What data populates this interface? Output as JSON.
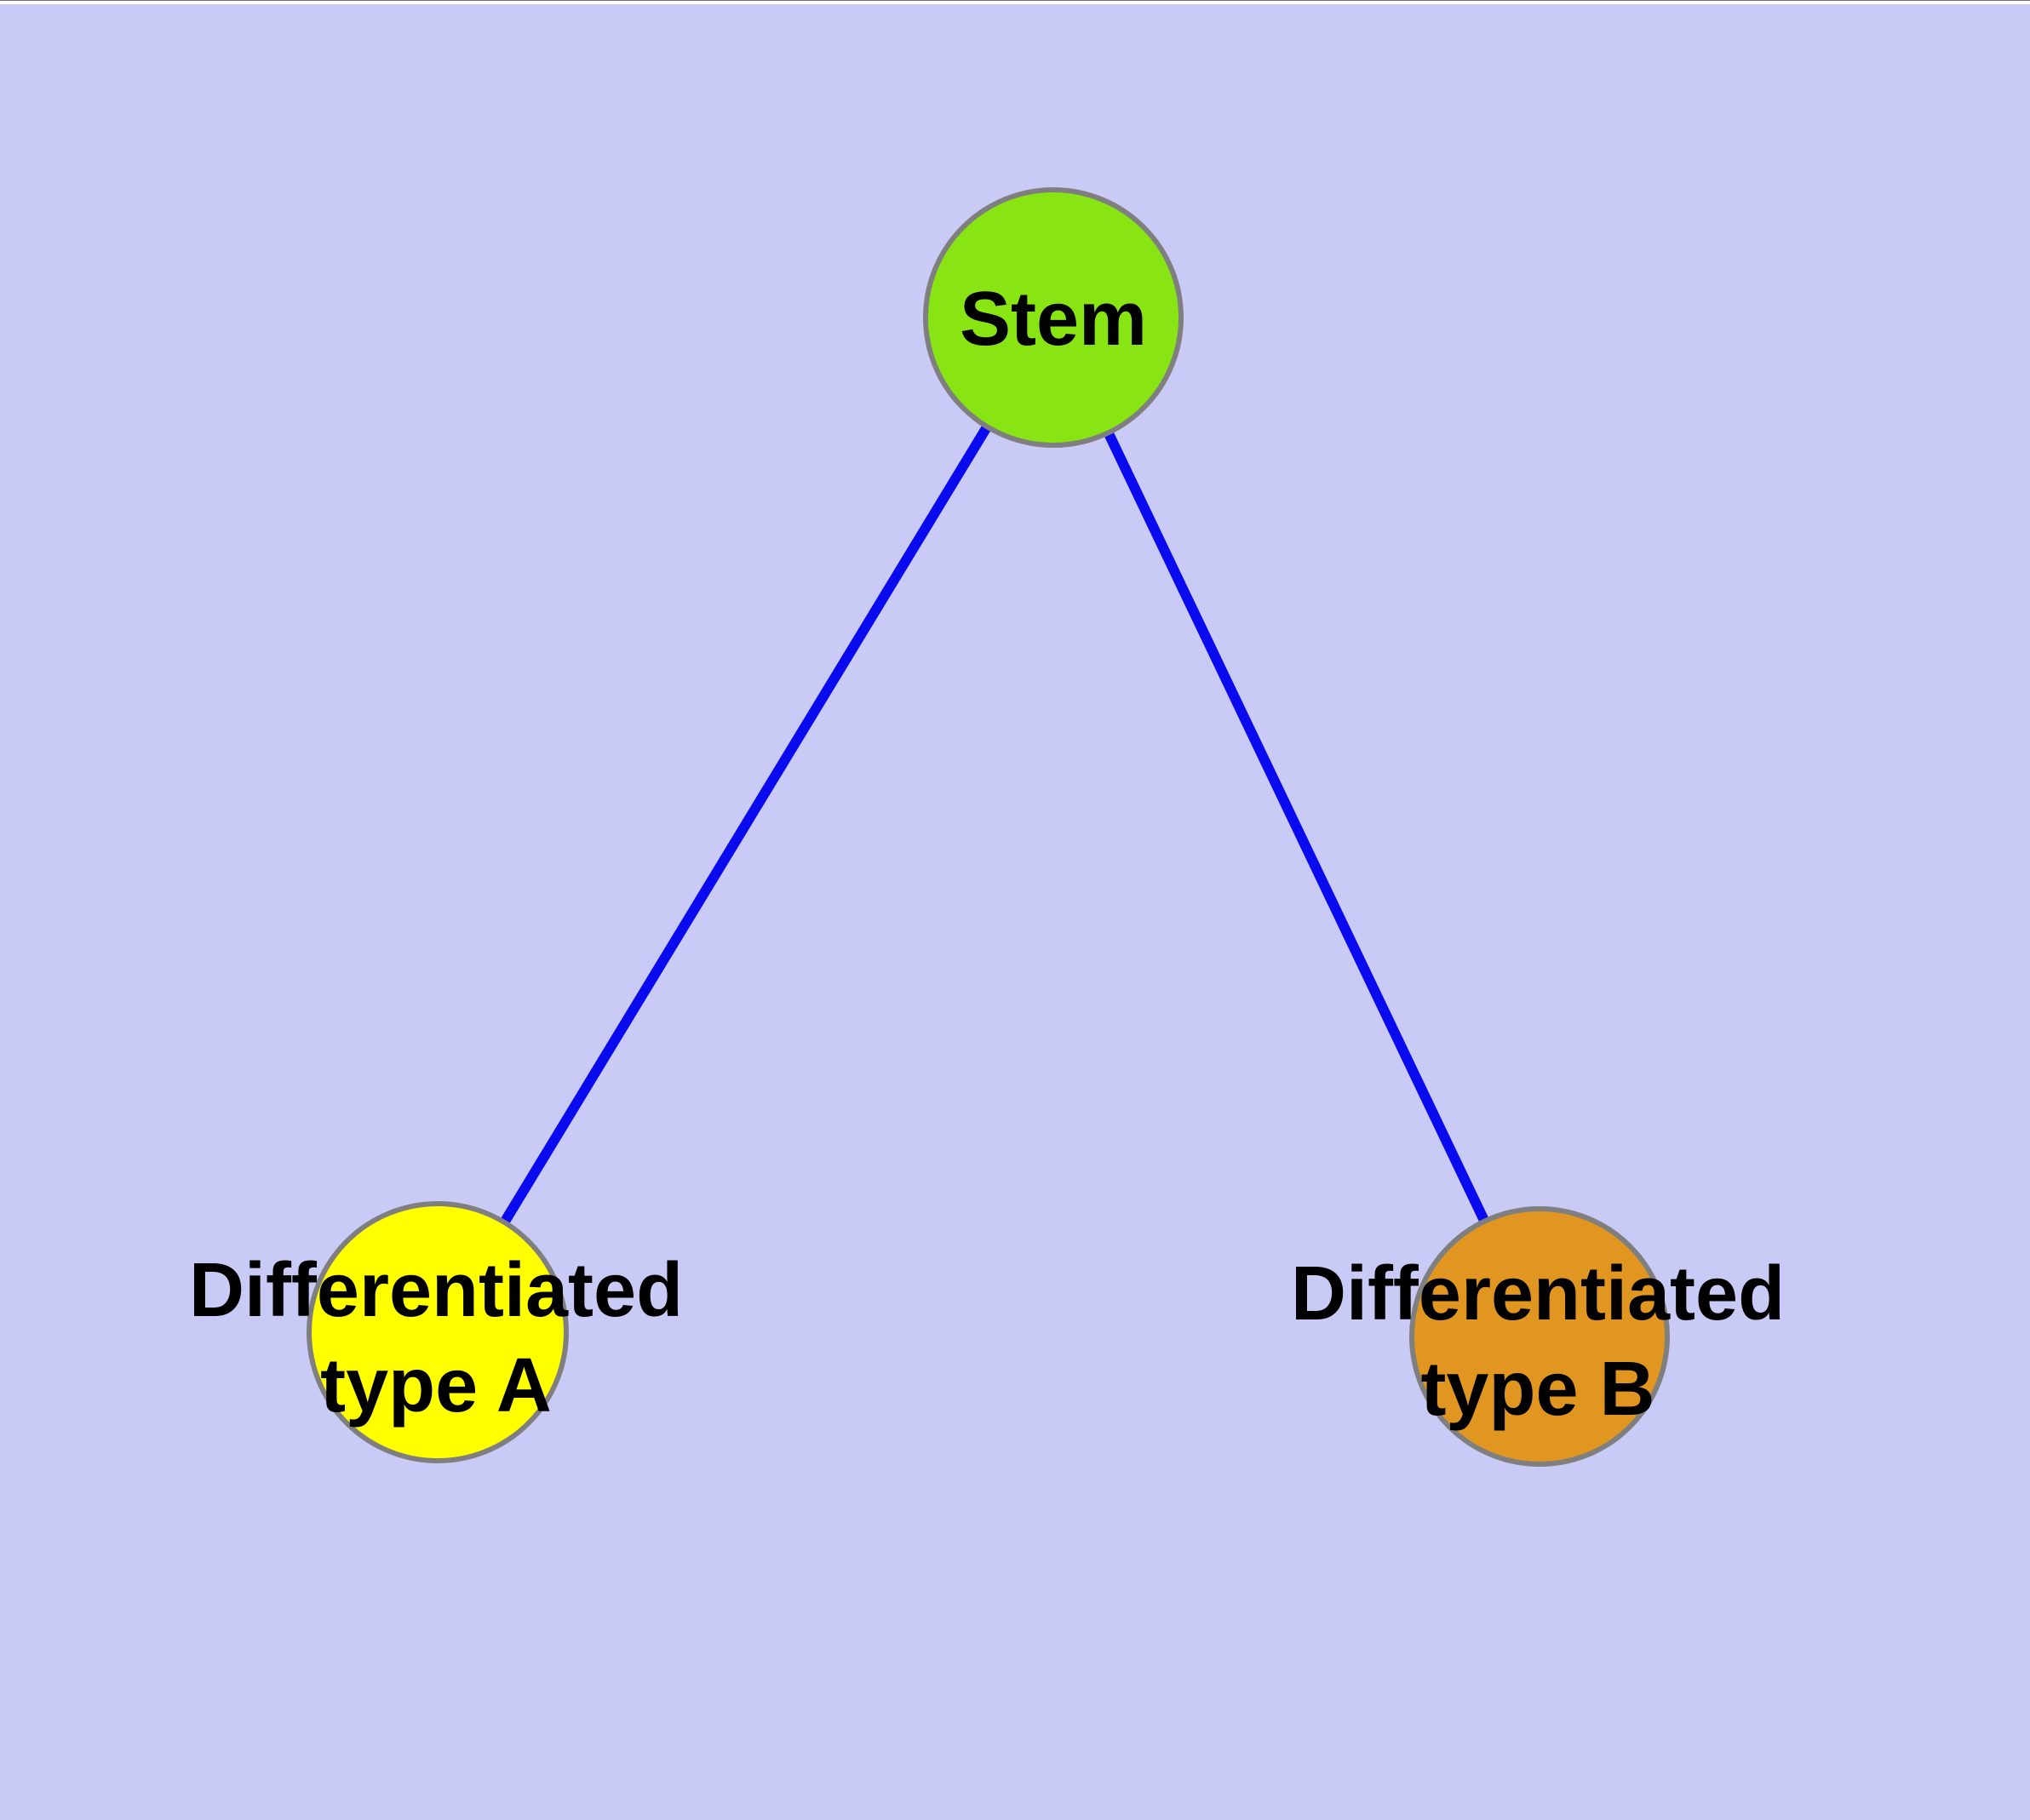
{
  "diagram": {
    "background_color": "#cacaf6",
    "edge_color": "#0a0aee",
    "node_border_color": "#7f7f7f",
    "label_color": "#000000",
    "nodes": {
      "stem": {
        "label": "Stem",
        "fill": "#88e513"
      },
      "type_a": {
        "label_line1": "Differentiated",
        "label_line2": "type A",
        "fill": "#ffff00"
      },
      "type_b": {
        "label_line1": "Differentiated",
        "label_line2": "type B",
        "fill": "#e09620"
      }
    },
    "edges": [
      {
        "from": "Stem",
        "to": "Differentiated type A"
      },
      {
        "from": "Stem",
        "to": "Differentiated type B"
      }
    ]
  }
}
